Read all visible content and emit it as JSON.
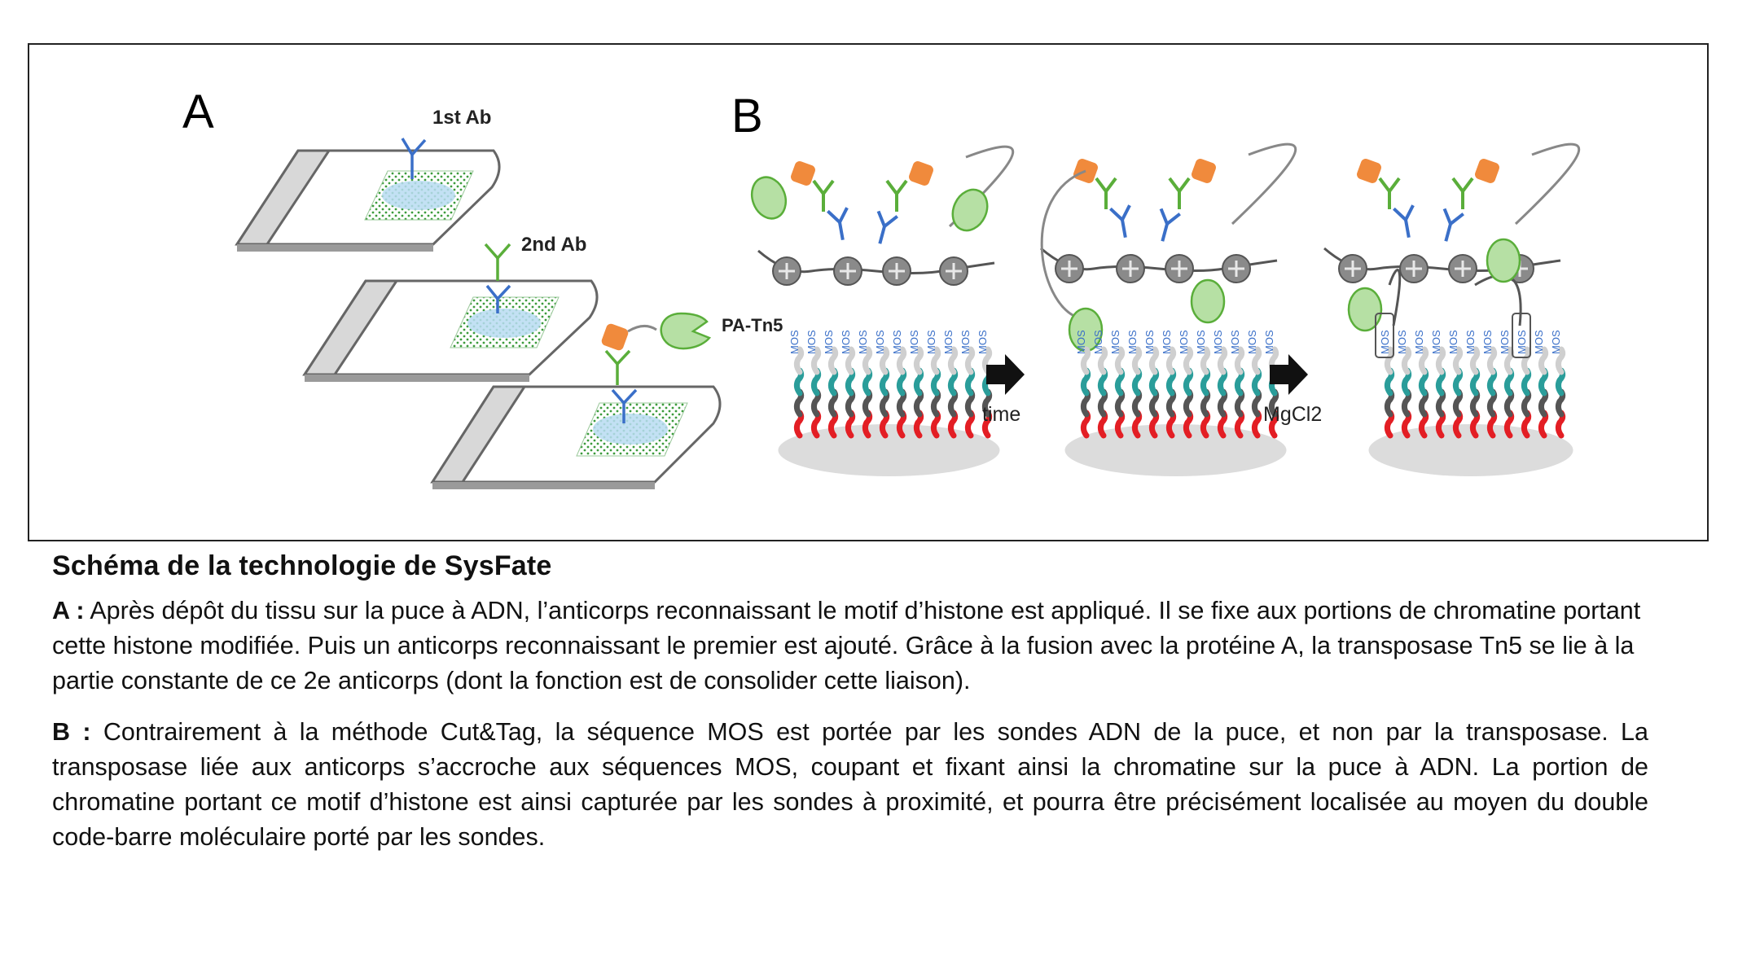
{
  "figure": {
    "panel_a": {
      "letter": "A",
      "labels": {
        "first_ab": "1st Ab",
        "second_ab": "2nd Ab",
        "pa_tn5": "PA-Tn5"
      }
    },
    "panel_b": {
      "letter": "B",
      "probe_label": "MOS",
      "arrow_labels": {
        "time": "time",
        "mgcl2": "MgCl2"
      }
    },
    "colors": {
      "first_antibody": "#3a6fc8",
      "second_antibody": "#5aae3a",
      "protein_a": "#f08a3c",
      "tn5": "#b6e0a4",
      "tissue": "#b9dcf2",
      "histone": "#8a8a8a",
      "barcode_red": "#e31e24",
      "barcode_teal": "#2a9d9a",
      "barcode_dark": "#555555"
    }
  },
  "caption": {
    "title": "Schéma de la technologie de SysFate",
    "para_a": {
      "lead": "A :",
      "text": " Après dépôt du tissu sur la puce à ADN, l’anticorps reconnaissant le motif d’histone est appliqué. Il se fixe aux portions de chromatine portant cette histone modifiée. Puis un anticorps reconnaissant le premier est ajouté. Grâce à la fusion avec la protéine A, la transposase Tn5 se lie à la partie constante de ce 2e anticorps (dont la fonction est de consolider cette liaison)."
    },
    "para_b": {
      "lead": "B :",
      "text": " Contrairement à la méthode Cut&Tag, la séquence MOS est portée par les sondes ADN de la puce, et non par la transposase. La transposase liée aux anticorps s’accroche aux séquences MOS, coupant et fixant ainsi la chromatine sur la puce à ADN. La portion de chromatine portant ce motif d’histone est ainsi capturée par les sondes à proximité, et pourra être précisément localisée au moyen du double code-barre moléculaire porté par les sondes."
    }
  }
}
